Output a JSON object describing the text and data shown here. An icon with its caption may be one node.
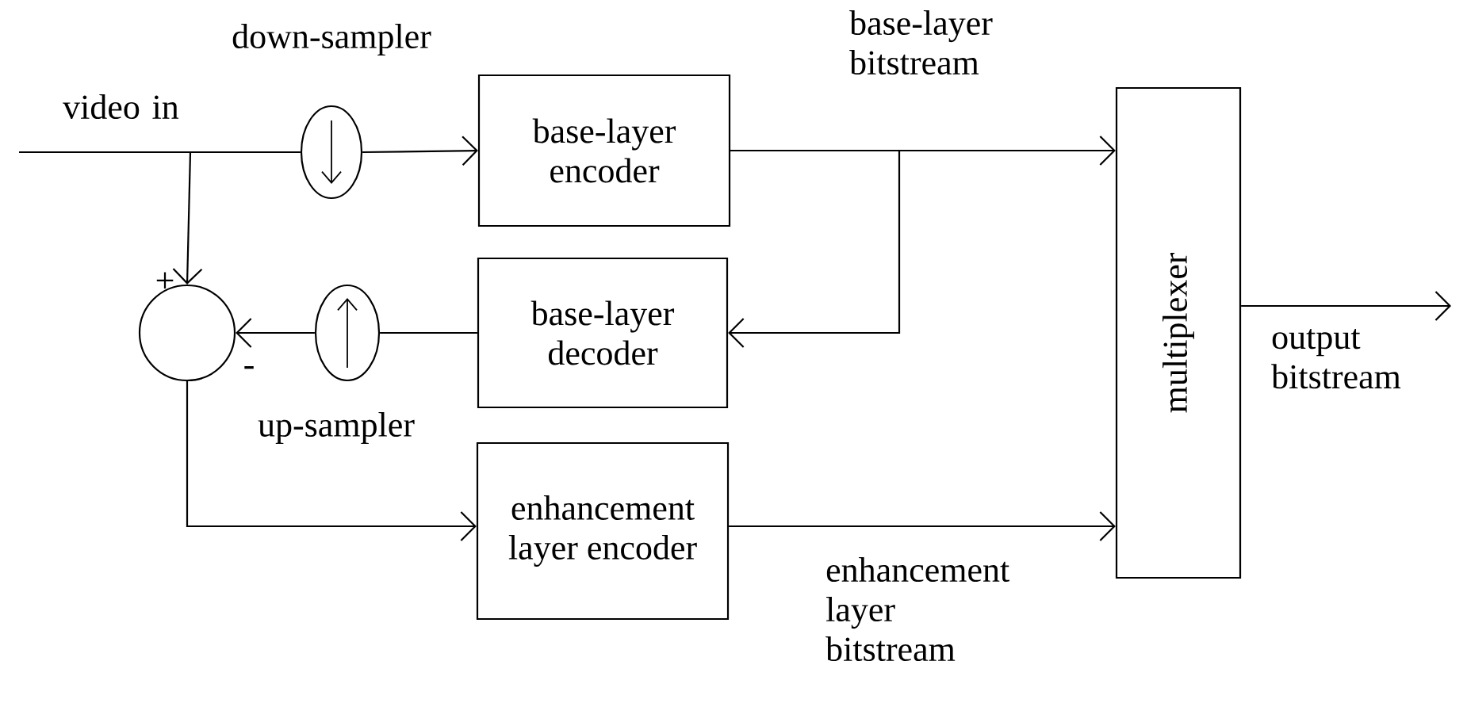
{
  "diagram": {
    "nodes": [
      {
        "text": [],
        "shape": "circle",
        "beside": [
          "down-sampler"
        ]
      },
      {
        "text": [
          "base-layer encoder"
        ]
      },
      {
        "text": [
          "base-layer decoder"
        ]
      },
      {
        "text": [],
        "shape": "circle",
        "beside": [
          "up-sampler"
        ]
      },
      {
        "text": [],
        "shape": "circle",
        "beside": [
          "+",
          "-"
        ]
      },
      {
        "text": [
          "enhancement layer encoder"
        ]
      },
      {
        "text": [
          "multiplexer"
        ]
      }
    ],
    "edges": [
      {
        "from": null,
        "to": 0,
        "arrow": "none",
        "label": "video in"
      },
      {
        "from": null,
        "to": 4,
        "arrow": "to"
      },
      {
        "from": 0,
        "to": 1,
        "arrow": "to"
      },
      {
        "from": 1,
        "to": 6,
        "arrow": "to",
        "label": "base-layer bitstream"
      },
      {
        "from": 1,
        "to": 2,
        "arrow": "to"
      },
      {
        "from": 2,
        "to": 3,
        "arrow": "none"
      },
      {
        "from": 3,
        "to": 4,
        "arrow": "to"
      },
      {
        "from": 4,
        "to": 5,
        "arrow": "to"
      },
      {
        "from": 5,
        "to": 6,
        "arrow": "to",
        "label": "enhancement layer bitstream"
      },
      {
        "from": 6,
        "to": null,
        "arrow": "to",
        "label": "output bitstream"
      }
    ]
  }
}
